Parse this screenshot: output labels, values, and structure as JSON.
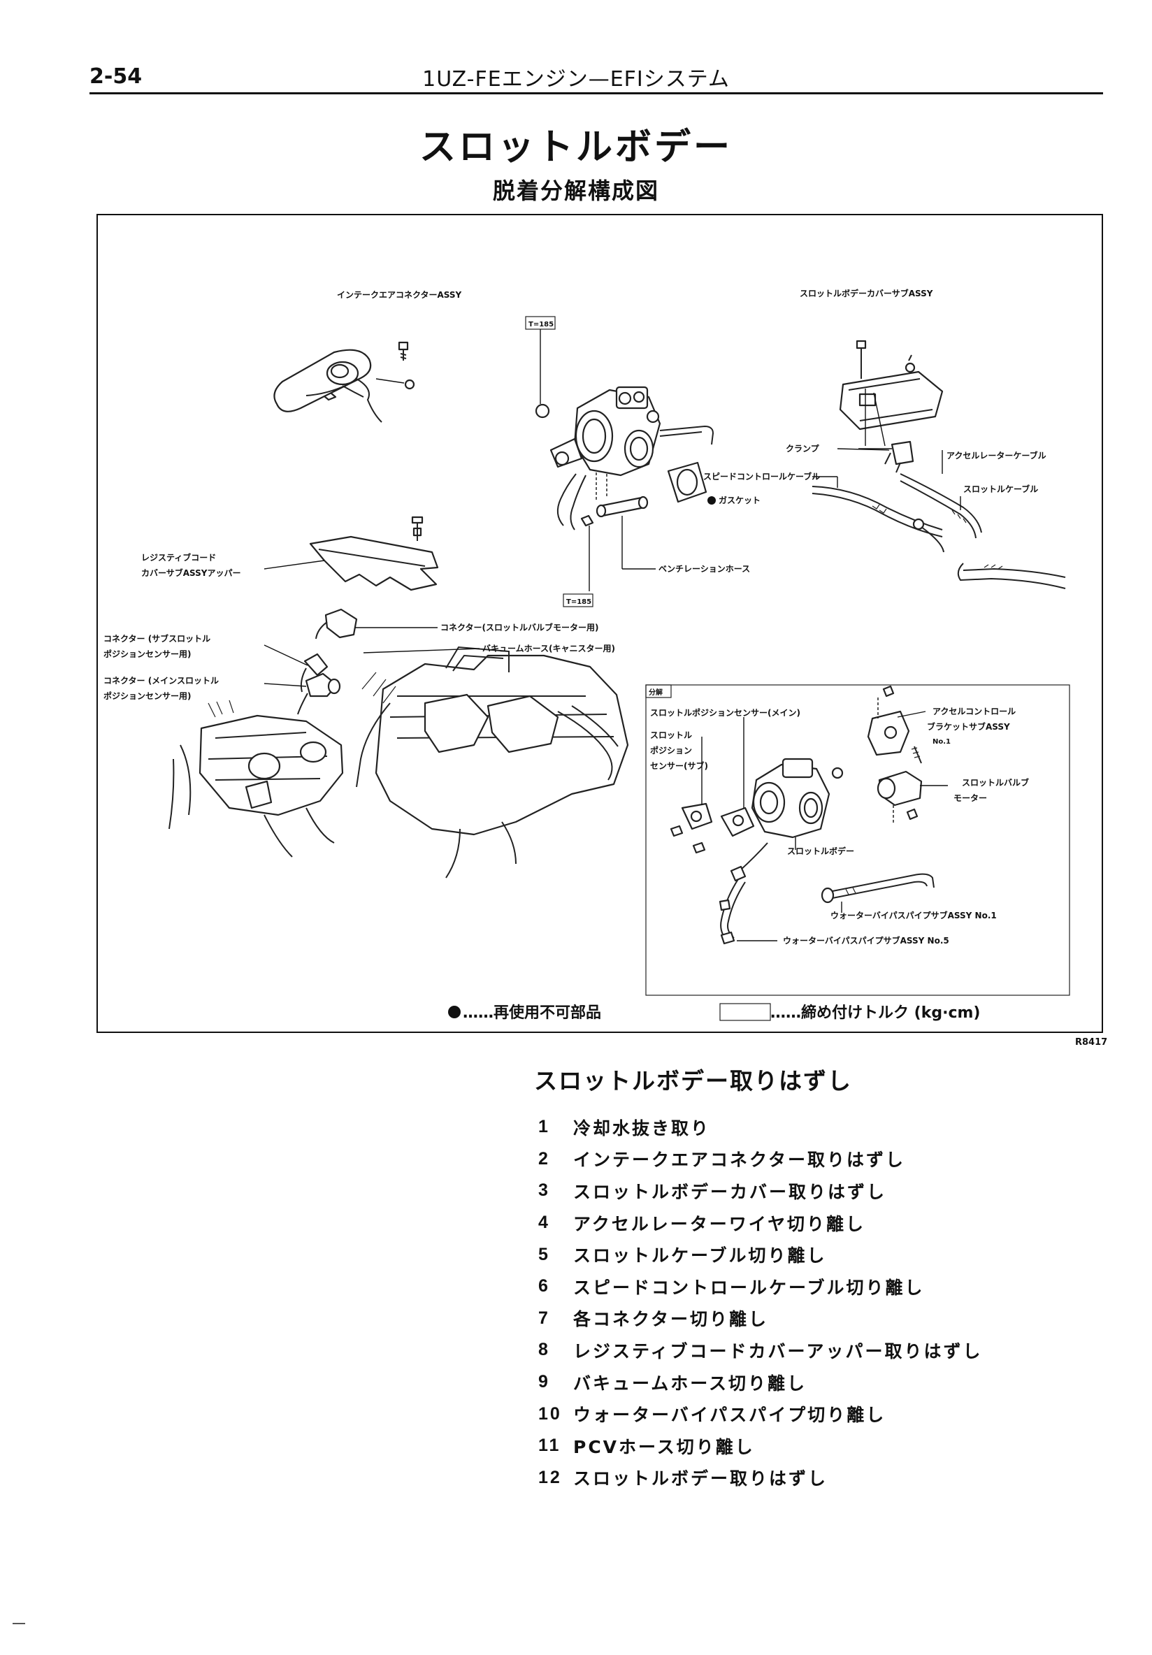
{
  "header": {
    "page_number": "2-54",
    "running_title": "1UZ-FEエンジン—EFIシステム"
  },
  "title": "スロットルボデー",
  "subtitle": "脱着分解構成図",
  "figure": {
    "code": "R8417",
    "labels": {
      "intake_connector": "インテークエアコネクターASSY",
      "cover_assy": "スロットルボデーカバーサブASSY",
      "torque_1": "T=185",
      "torque_2": "T=185",
      "clamp": "クランプ",
      "accel_cable": "アクセルレーターケーブル",
      "speed_cable": "スピードコントロールケーブル",
      "throttle_cable": "スロットルケーブル",
      "gasket": "ガスケット",
      "ventilation_hose": "ベンチレーションホース",
      "resistive_cover_1": "レジスティブコード",
      "resistive_cover_2": "カバーサブASSYアッパー",
      "connector_motor": "コネクター(スロットルバルブモーター用)",
      "vacuum_hose": "バキュームホース(キャニスター用)",
      "connector_sub_1": "コネクター (サブスロットル",
      "connector_sub_2": "ポジションセンサー用)",
      "connector_main_1": "コネクター (メインスロットル",
      "connector_main_2": "ポジションセンサー用)",
      "disassembly_tag": "分解",
      "sensor_main": "スロットルポジションセンサー(メイン)",
      "sensor_sub_1": "スロットル",
      "sensor_sub_2": "ポジション",
      "sensor_sub_3": "センサー(サブ)",
      "bracket_1": "アクセルコントロール",
      "bracket_2": "ブラケットサブASSY",
      "bracket_no": "No.1",
      "valve_motor_1": "スロットルバルブ",
      "valve_motor_2": "モーター",
      "throttle_body": "スロットルボデー",
      "water_pipe_1": "ウォーターバイパスパイプサブASSY No.1",
      "water_pipe_5": "ウォーターバイパスパイプサブASSY No.5"
    },
    "legend": {
      "non_reusable": "……再使用不可部品",
      "torque": "……締め付けトルク (kg·cm)"
    }
  },
  "section": {
    "heading": "スロットルボデー取りはずし",
    "steps": [
      {
        "num": "1",
        "text": "冷却水抜き取り"
      },
      {
        "num": "2",
        "text": "インテークエアコネクター取りはずし"
      },
      {
        "num": "3",
        "text": "スロットルボデーカバー取りはずし"
      },
      {
        "num": "4",
        "text": "アクセルレーターワイヤ切り離し"
      },
      {
        "num": "5",
        "text": "スロットルケーブル切り離し"
      },
      {
        "num": "6",
        "text": "スピードコントロールケーブル切り離し"
      },
      {
        "num": "7",
        "text": "各コネクター切り離し"
      },
      {
        "num": "8",
        "text": "レジスティブコードカバーアッパー取りはずし"
      },
      {
        "num": "9",
        "text": "バキュームホース切り離し"
      },
      {
        "num": "10",
        "text": "ウォーターバイパスパイプ切り離し"
      },
      {
        "num": "11",
        "text": "PCVホース切り離し"
      },
      {
        "num": "12",
        "text": "スロットルボデー取りはずし"
      }
    ]
  }
}
